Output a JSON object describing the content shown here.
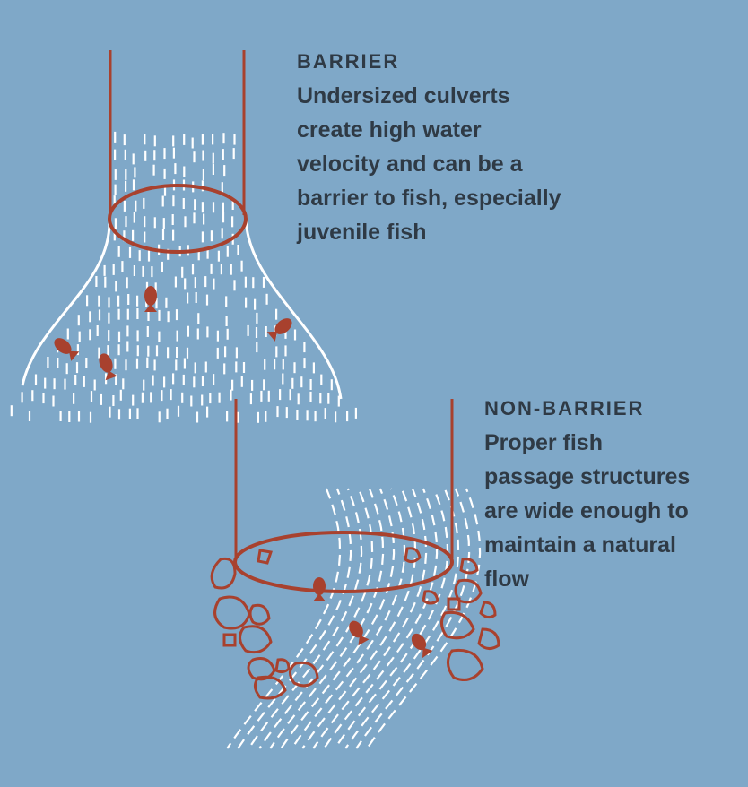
{
  "colors": {
    "background": "#7FA8C8",
    "structure": "#A8412E",
    "water": "#FFFFFF",
    "text": "#2F3A45"
  },
  "barrier": {
    "heading": "BARRIER",
    "description": "Undersized culverts\ncreate high water\nvelocity and can be a\nbarrier to fish, especially\njuvenile fish"
  },
  "non_barrier": {
    "heading": "NON-BARRIER",
    "description": "Proper fish\npassage structures\nare wide enough to\nmaintain a natural\nflow"
  },
  "icons": [
    "culvert-pipe-icon",
    "fish-icon",
    "rock-icon",
    "water-flow-icon"
  ]
}
